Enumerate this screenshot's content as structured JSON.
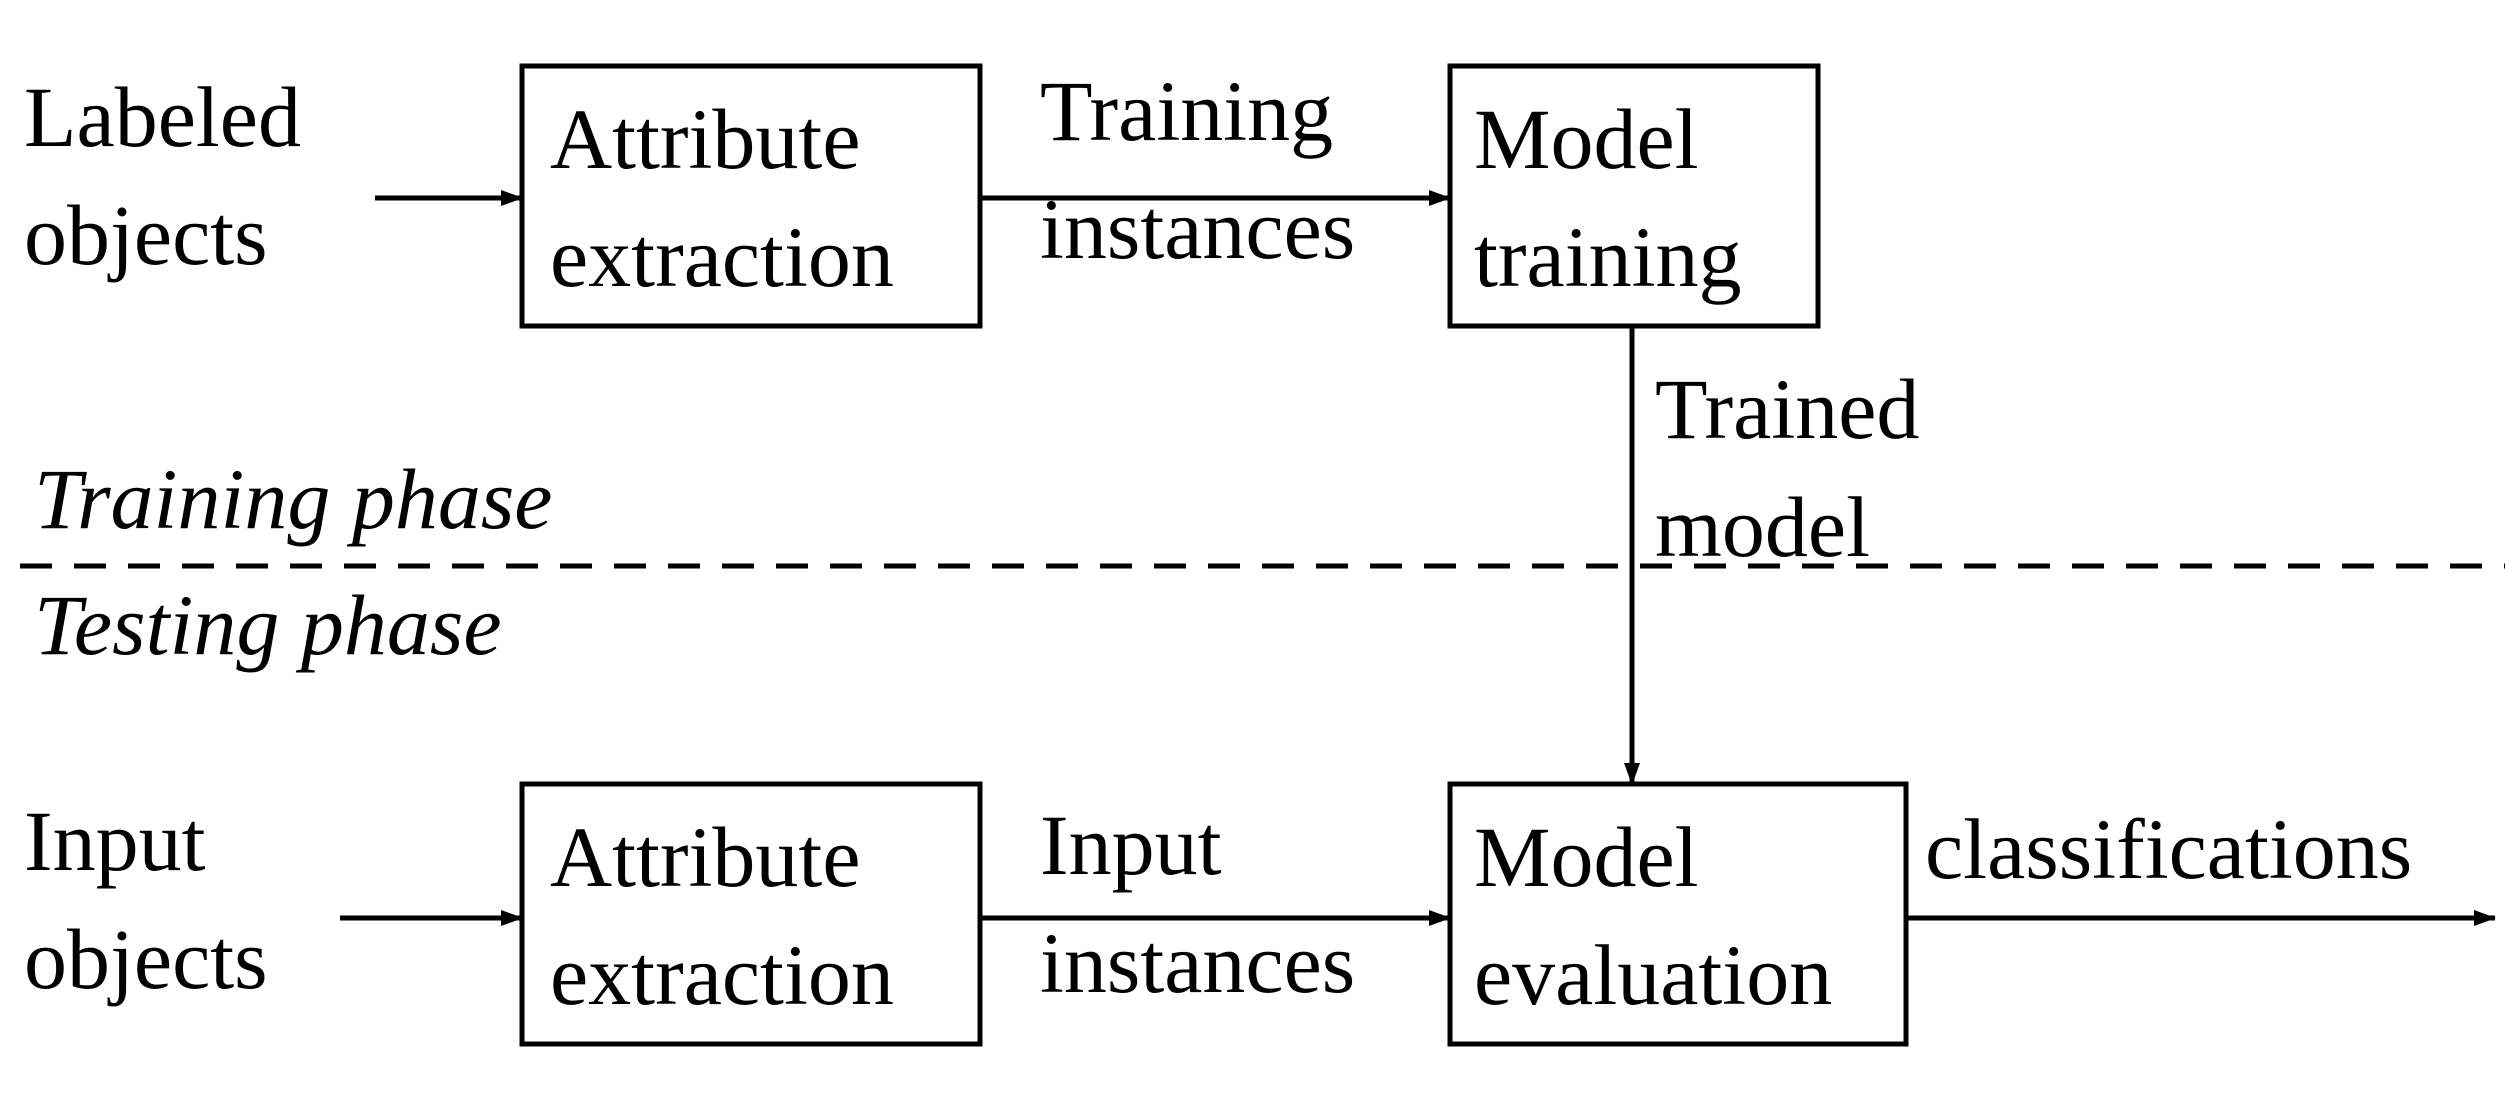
{
  "colors": {
    "ink": "#000000",
    "background": "#ffffff"
  },
  "inputs": {
    "labeled_objects": [
      "Labeled",
      "objects"
    ],
    "input_objects": [
      "Input",
      "objects"
    ]
  },
  "boxes": {
    "attribute_extraction_top": [
      "Attribute",
      "extraction"
    ],
    "model_training": [
      "Model",
      "training"
    ],
    "attribute_extraction_bottom": [
      "Attribute",
      "extraction"
    ],
    "model_evaluation": [
      "Model",
      "evaluation"
    ]
  },
  "edge_labels": {
    "training_instances": [
      "Training",
      "instances"
    ],
    "trained_model": [
      "Trained",
      "model"
    ],
    "input_instances": [
      "Input",
      "instances"
    ],
    "classifications": "classifications"
  },
  "phases": {
    "training": "Training phase",
    "testing": "Testing phase"
  }
}
